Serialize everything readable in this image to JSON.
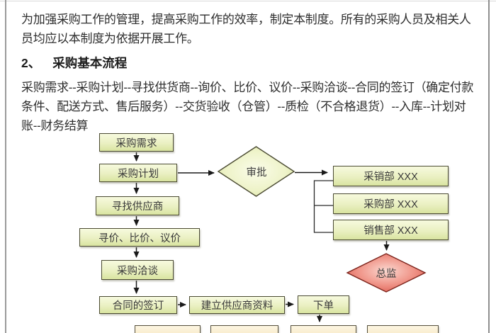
{
  "document": {
    "paragraph1": "为加强采购工作的管理，提高采购工作的效率，制定本制度。所有的采购人员及相关人员均应以本制度为依据开展工作。",
    "heading": {
      "number": "2、",
      "title": "采购基本流程"
    },
    "paragraph2": "采购需求--采购计划--寻找供货商--询价、比价、议价--采购洽谈--合同的签订（确定付款条件、配送方式、售后服务）--交货验收（仓管）--质检（不合格退货）--入库--计划对账--财务结算"
  },
  "flowchart": {
    "nodes": {
      "demand": "采购需求",
      "plan": "采购计划",
      "find_supplier": "寻找供应商",
      "pricing": "寻价、比价、议价",
      "negotiation": "采购洽谈",
      "contract": "合同的签订",
      "supplier_profile": "建立供应商资料",
      "place_order": "下单",
      "approval": "审批",
      "dept_procurement_sales": "采销部 XXX",
      "dept_purchasing": "采购部 XXX",
      "dept_sales": "销售部 XXX",
      "director": "总监"
    },
    "colors": {
      "process_fill_top": "#f7fade",
      "process_fill_bottom": "#d9e4a0",
      "process_border": "#4b4b32",
      "decision_green_center": "#fafce9",
      "decision_green_edge": "#dbe5a2",
      "decision_red_center": "#fbd9d1",
      "decision_red_edge": "#df6054",
      "decision_red_border": "#7c241c",
      "pending_fill_top": "#fdf6e2",
      "pending_fill_bottom": "#f5e3ba",
      "connector": "#1a1a1a"
    }
  }
}
